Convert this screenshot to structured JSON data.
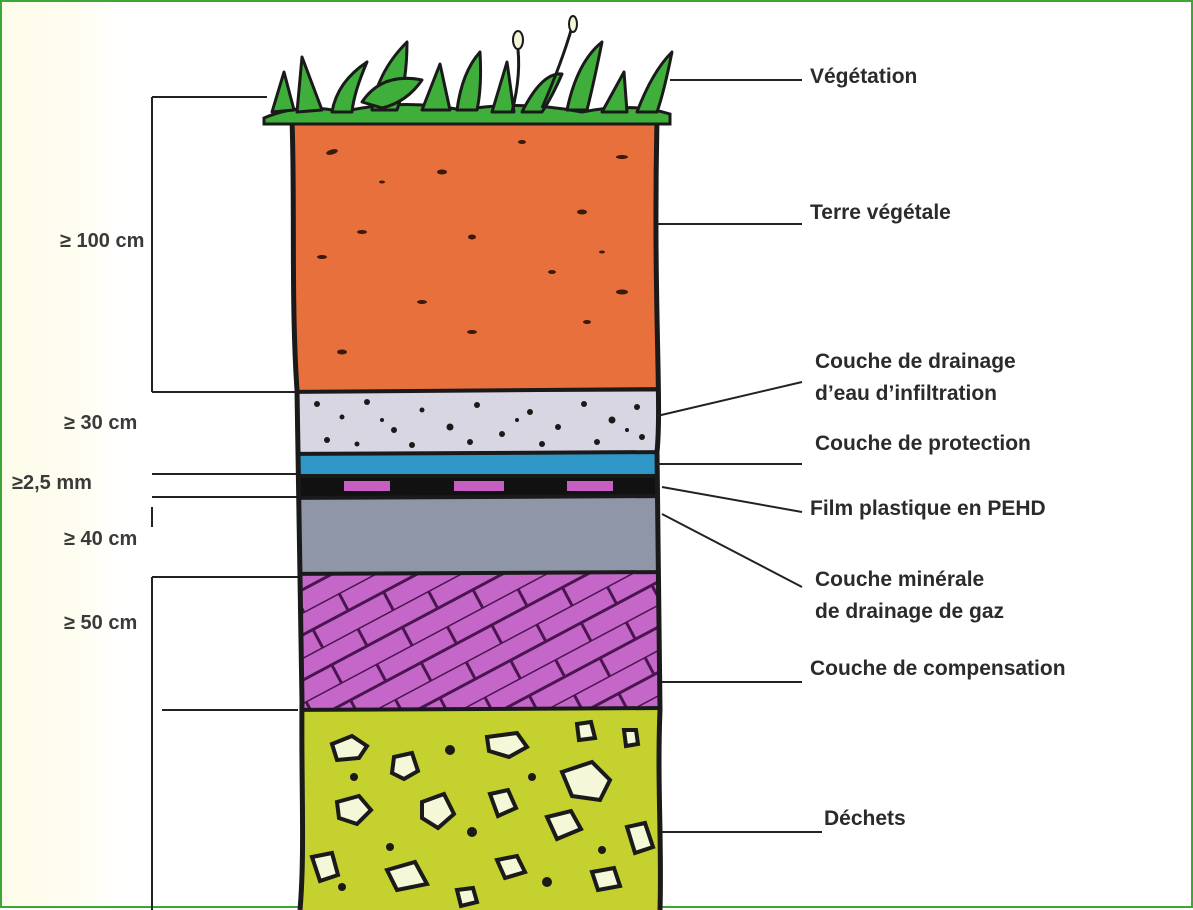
{
  "layers": [
    {
      "name": "Végétation"
    },
    {
      "name": "Terre végétale"
    },
    {
      "name": "Couche de drainage",
      "name_line2": "d’eau d’infiltration"
    },
    {
      "name": "Couche de protection"
    },
    {
      "name": "Film plastique en PEHD"
    },
    {
      "name": "Couche minérale",
      "name_line2": "de drainage de gaz"
    },
    {
      "name": "Couche de compensation"
    },
    {
      "name": "Déchets"
    }
  ],
  "thicknesses": [
    "≥ 100 cm",
    "≥  30 cm",
    "≥2,5 mm",
    "≥  40 cm",
    "≥  50 cm"
  ],
  "colors": {
    "frame": "#3fa535",
    "vegetation": "#3fae3a",
    "topsoil": "#e8703c",
    "drainage_gravel": "#d9d6e4",
    "protection": "#2e97c8",
    "pehd_film": "#111111",
    "pehd_stripe": "#c75ec2",
    "gas_drainage": "#8f96a8",
    "compensation": "#c567c9",
    "waste": "#c4d12e",
    "outline": "#1a1a1a"
  }
}
